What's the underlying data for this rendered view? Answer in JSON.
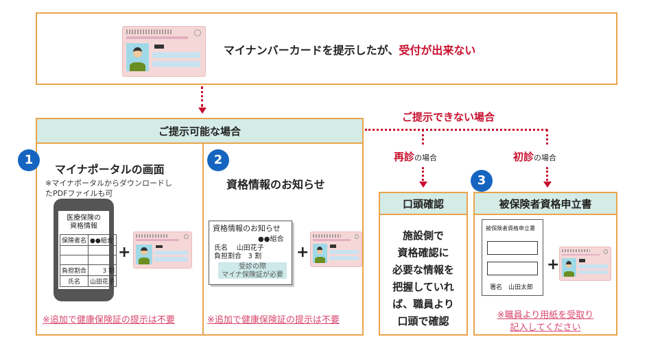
{
  "top": {
    "prefix": "マイナンバーカードを提示したが、",
    "highlight": "受付が出来ない"
  },
  "possible": {
    "header": "ご提示可能な場合",
    "item1": {
      "number": "1",
      "title": "マイナポータルの画面",
      "note_line1": "※マイナポータルからダウンロードし",
      "note_line2": "たPDFファイルも可",
      "phone_title_line1": "医療保険の",
      "phone_title_line2": "資格情報",
      "rows": [
        [
          "保険者名",
          "●●組合"
        ],
        [
          "",
          ""
        ],
        [
          "",
          ""
        ],
        [
          "負担割合",
          "3 割"
        ],
        [
          "氏名",
          "山田花子"
        ]
      ],
      "plus": "+",
      "footer": "※追加で健康保険証の提示は不要"
    },
    "item2": {
      "number": "2",
      "title": "資格情報のお知らせ",
      "doc_title": "資格情報のお知らせ",
      "doc_org": "●●組合",
      "doc_name_label": "氏名",
      "doc_name": "山田花子",
      "doc_ratio_label": "負担割合",
      "doc_ratio": "3 割",
      "doc_hl1": "受診の際",
      "doc_hl2": "マイナ保険証が必要",
      "plus": "+",
      "footer": "※追加で健康保険証の提示は不要"
    }
  },
  "cannot": {
    "label": "ご提示できない場合",
    "revisit": {
      "strong": "再診",
      "suffix": "の場合"
    },
    "first": {
      "strong": "初診",
      "suffix": "の場合"
    }
  },
  "oral": {
    "header": "口頭確認",
    "lines": [
      "施設側で",
      "資格確認に",
      "必要な情報を",
      "把握していれ",
      "ば、職員より",
      "口頭で確認"
    ]
  },
  "form": {
    "number": "3",
    "header": "被保険者資格申立書",
    "doc_title": "被保険者資格申立書",
    "sign": "署名　山田太郎",
    "plus": "+",
    "note_line1": "※職員より用紙を受取り",
    "note_line2": "記入してください"
  },
  "colors": {
    "border": "#e8a44a",
    "header_bg": "#d4ebe6",
    "red": "#c8102e",
    "pink": "#d9456e",
    "badge": "#1565c0"
  }
}
